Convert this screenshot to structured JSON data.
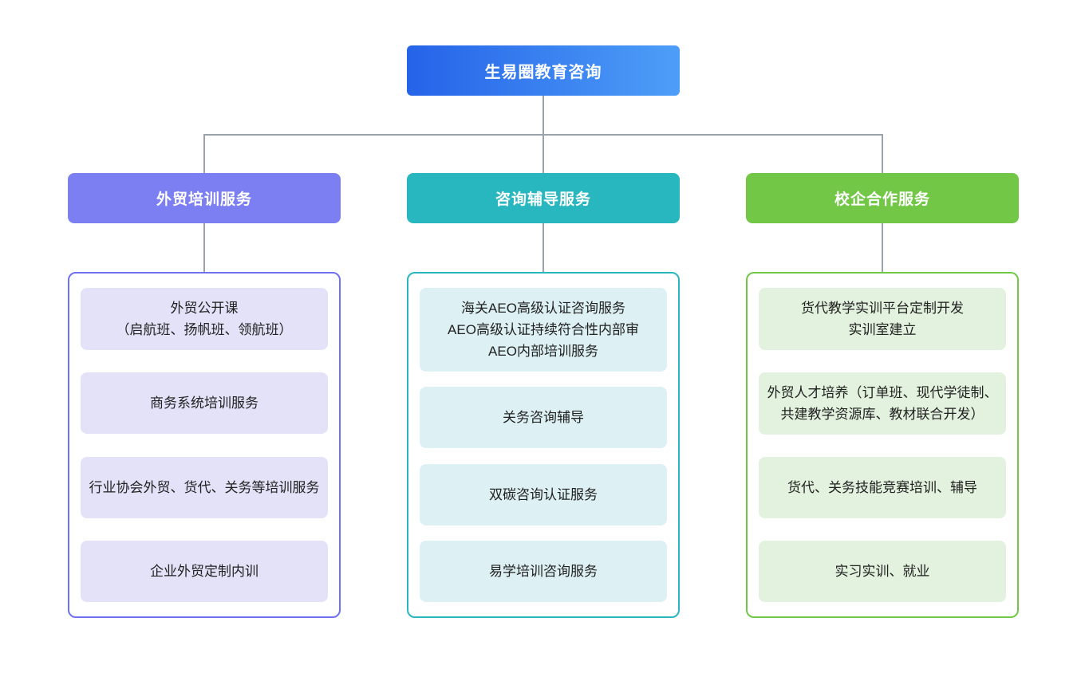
{
  "root": {
    "label": "生易圈教育咨询"
  },
  "branches": [
    {
      "title": "外贸培训服务",
      "color_theme": "purple",
      "items": [
        "外贸公开课\n（启航班、扬帆班、领航班）",
        "商务系统培训服务",
        "行业协会外贸、货代、关务等培训服务",
        "企业外贸定制内训"
      ]
    },
    {
      "title": "咨询辅导服务",
      "color_theme": "teal",
      "items": [
        "海关AEO高级认证咨询服务\nAEO高级认证持续符合性内部审\nAEO内部培训服务",
        "关务咨询辅导",
        "双碳咨询认证服务",
        "易学培训咨询服务"
      ]
    },
    {
      "title": "校企合作服务",
      "color_theme": "green",
      "items": [
        "货代教学实训平台定制开发\n实训室建立",
        "外贸人才培养（订单班、现代学徒制、共建教学资源库、教材联合开发）",
        "货代、关务技能竞赛培训、辅导",
        "实习实训、就业"
      ]
    }
  ],
  "colors": {
    "root_gradient_start": "#2563e8",
    "root_gradient_end": "#4d9ef8",
    "branch_purple": "#7c7ff1",
    "branch_purple_border": "#6f72ef",
    "branch_purple_light": "#e4e2f8",
    "branch_teal": "#29b7bf",
    "branch_teal_light": "#ddf0f3",
    "branch_green": "#72c846",
    "branch_green_light": "#e2f2de",
    "connector": "#9aa3ab",
    "text_dark": "#212121"
  }
}
